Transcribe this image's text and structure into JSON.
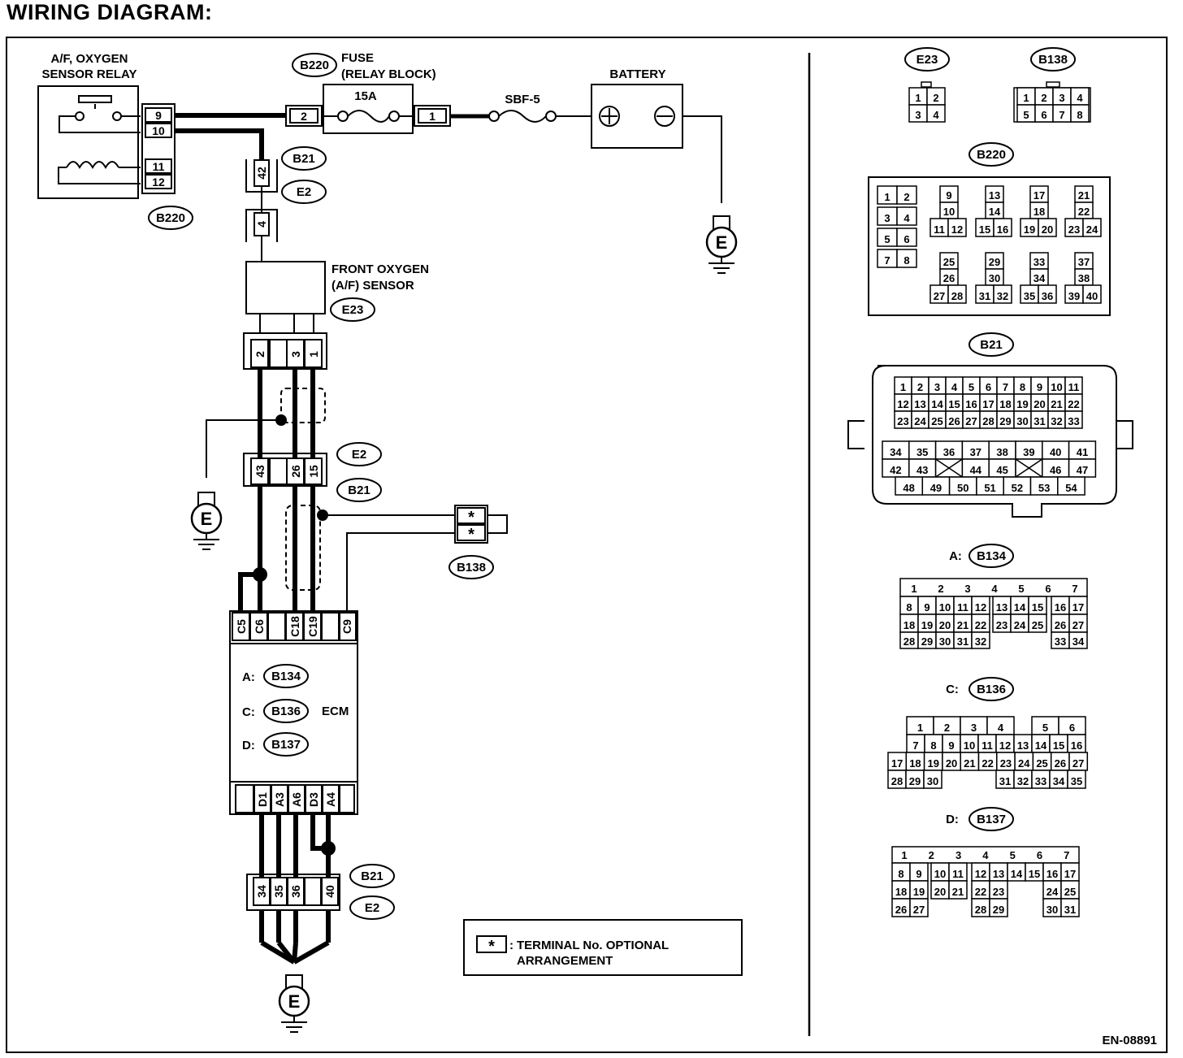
{
  "title": "WIRING DIAGRAM:",
  "code": "EN-08891",
  "colors": {
    "line": "#000000",
    "background": "#ffffff"
  },
  "labels": {
    "relay": [
      "A/F, OXYGEN",
      "SENSOR RELAY"
    ],
    "relay_conn": "B220",
    "fuse_conn": "B220",
    "fuse": [
      "FUSE",
      "(RELAY BLOCK)"
    ],
    "fuse_rating": "15A",
    "sbf": "SBF-5",
    "battery": "BATTERY",
    "sensor": [
      "FRONT OXYGEN",
      "(A/F) SENSOR"
    ],
    "sensor_conn": "E23",
    "ecm": "ECM",
    "ecm_conn_a_prefix": "A:",
    "ecm_conn_a": "B134",
    "ecm_conn_c_prefix": "C:",
    "ecm_conn_c": "B136",
    "ecm_conn_d_prefix": "D:",
    "ecm_conn_d": "B137",
    "b138": "B138",
    "b21": "B21",
    "e2": "E2",
    "ground": "E",
    "star": "*",
    "legend": [
      "TERMINAL No. OPTIONAL",
      "ARRANGEMENT"
    ],
    "legend_colon": ":"
  },
  "pins": {
    "relay": [
      "9",
      "10",
      "11",
      "12"
    ],
    "fuse_in": "2",
    "fuse_out": "1",
    "b21_top": "42",
    "e2_top": "4",
    "sensor": [
      "2",
      "3",
      "1"
    ],
    "e2_mid": [
      "43",
      "26",
      "15"
    ],
    "ecm_top": [
      "C5",
      "C6",
      "C18",
      "C19",
      "C9"
    ],
    "ecm_bottom": [
      "D1",
      "A3",
      "A6",
      "D3",
      "A4"
    ],
    "b21_bottom": [
      "34",
      "35",
      "36",
      "40"
    ],
    "battery_plus": "⊕",
    "battery_minus": "⊖"
  },
  "connector_views": {
    "e23": {
      "name": "E23",
      "rows": [
        [
          "1",
          "2"
        ],
        [
          "3",
          "4"
        ]
      ]
    },
    "b138": {
      "name": "B138",
      "rows": [
        [
          "1",
          "2",
          "3",
          "4"
        ],
        [
          "5",
          "6",
          "7",
          "8"
        ]
      ]
    },
    "b220": {
      "name": "B220",
      "groups": [
        [
          [
            "1",
            "2"
          ],
          [
            "3",
            "4"
          ],
          [
            "5",
            "6"
          ],
          [
            "7",
            "8"
          ]
        ],
        [
          [
            "9"
          ],
          [
            "10"
          ],
          [
            "11",
            "12"
          ]
        ],
        [
          [
            "13"
          ],
          [
            "14"
          ],
          [
            "15",
            "16"
          ]
        ],
        [
          [
            "17"
          ],
          [
            "18"
          ],
          [
            "19",
            "20"
          ]
        ],
        [
          [
            "21"
          ],
          [
            "22"
          ],
          [
            "23",
            "24"
          ]
        ],
        [
          [
            "25"
          ],
          [
            "26"
          ],
          [
            "27",
            "28"
          ]
        ],
        [
          [
            "29"
          ],
          [
            "30"
          ],
          [
            "31",
            "32"
          ]
        ],
        [
          [
            "33"
          ],
          [
            "34"
          ],
          [
            "35",
            "36"
          ]
        ],
        [
          [
            "37"
          ],
          [
            "38"
          ],
          [
            "39",
            "40"
          ]
        ]
      ]
    },
    "b21": {
      "name": "B21",
      "rows_top": [
        [
          "1",
          "2",
          "3",
          "4",
          "5",
          "6",
          "7",
          "8",
          "9",
          "10",
          "11"
        ],
        [
          "12",
          "13",
          "14",
          "15",
          "16",
          "17",
          "18",
          "19",
          "20",
          "21",
          "22"
        ],
        [
          "23",
          "24",
          "25",
          "26",
          "27",
          "28",
          "29",
          "30",
          "31",
          "32",
          "33"
        ]
      ],
      "rows_bottom": [
        [
          "34",
          "35",
          "36",
          "37",
          "38",
          "39",
          "40",
          "41"
        ],
        [
          "42",
          "43",
          "",
          "44",
          "45",
          "",
          "46",
          "47"
        ],
        [
          "48",
          "49",
          "50",
          "51",
          "52",
          "53",
          "54"
        ]
      ]
    },
    "b134": {
      "prefix": "A:",
      "name": "B134",
      "rows": [
        [
          "1",
          "",
          "2",
          "",
          "3",
          "",
          "4",
          "",
          "5",
          "",
          "6",
          "",
          "7"
        ],
        [
          "8",
          "9",
          "10",
          "11",
          "12",
          "13",
          "14",
          "15",
          "16",
          "17"
        ],
        [
          "18",
          "19",
          "20",
          "21",
          "22",
          "23",
          "24",
          "25",
          "26",
          "27"
        ],
        [
          "28",
          "29",
          "30",
          "31",
          "32",
          "33",
          "34"
        ]
      ]
    },
    "b136": {
      "prefix": "C:",
      "name": "B136",
      "rows": [
        [
          "1",
          "2",
          "3",
          "4",
          "5",
          "6"
        ],
        [
          "7",
          "8",
          "9",
          "10",
          "11",
          "12",
          "13",
          "14",
          "15",
          "16"
        ],
        [
          "17",
          "18",
          "19",
          "20",
          "21",
          "22",
          "23",
          "24",
          "25",
          "26",
          "27"
        ],
        [
          "28",
          "29",
          "30",
          "31",
          "32",
          "33",
          "34",
          "35"
        ]
      ]
    },
    "b137": {
      "prefix": "D:",
      "name": "B137",
      "rows": [
        [
          "1",
          "2",
          "3",
          "4",
          "5",
          "6",
          "7"
        ],
        [
          "8",
          "9",
          "10",
          "11",
          "12",
          "13",
          "14",
          "15",
          "16",
          "17"
        ],
        [
          "18",
          "19",
          "20",
          "21",
          "22",
          "23",
          "24",
          "25"
        ],
        [
          "26",
          "27",
          "28",
          "29",
          "30",
          "31"
        ]
      ]
    }
  }
}
